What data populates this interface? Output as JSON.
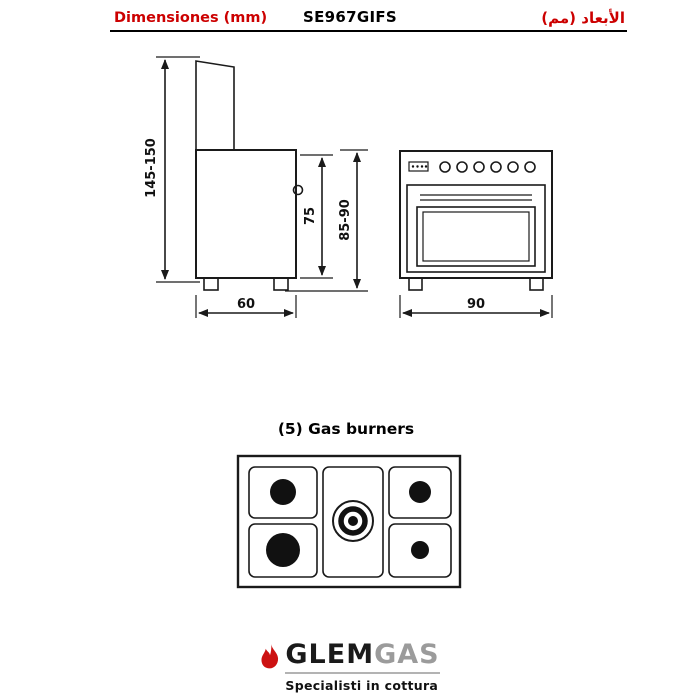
{
  "header": {
    "left_title": "Dimensiones (mm)",
    "model": "SE967GIFS",
    "right_title": "الأبعاد (مم)"
  },
  "drawing": {
    "dim_height_total": "145-150",
    "dim_height_door": "75",
    "dim_height_body": "85-90",
    "dim_width_side": "60",
    "dim_width_front": "90"
  },
  "hob": {
    "title": "(5) Gas burners"
  },
  "footer": {
    "brand_primary": "GLEM",
    "brand_secondary": "GAS",
    "tagline": "Specialisti in cottura"
  },
  "colors": {
    "accent_red": "#cc1111",
    "brand_gray": "#9b9b9b",
    "line": "#1a1a1a"
  }
}
